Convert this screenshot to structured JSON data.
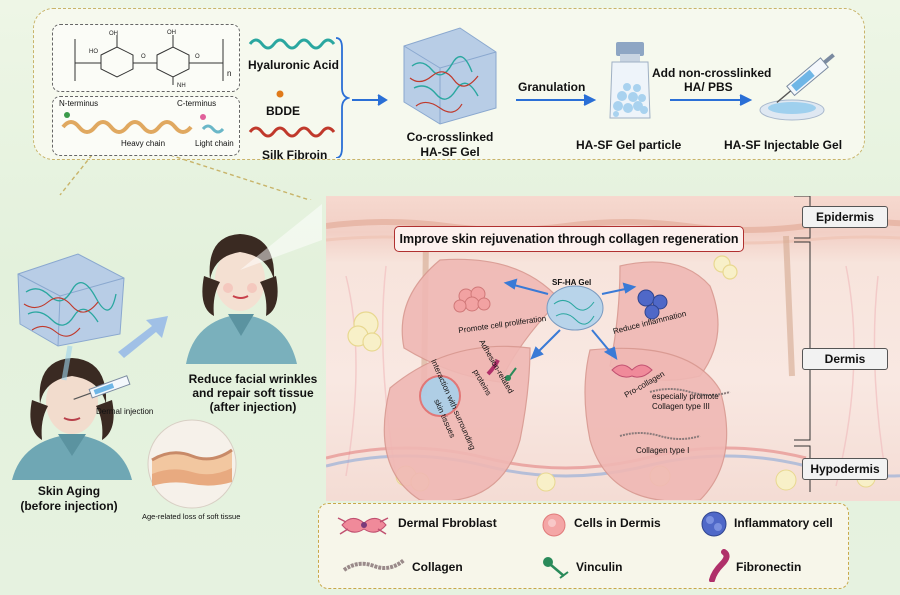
{
  "top": {
    "hyaluronic_acid": "Hyaluronic Acid",
    "bdde": "BDDE",
    "silk_fibroin": "Silk Fibroin",
    "n_terminus": "N-terminus",
    "c_terminus": "C-terminus",
    "heavy_chain": "Heavy chain",
    "light_chain": "Light chain",
    "mol_n": "n",
    "co_crosslinked": [
      "Co-crosslinked",
      "HA-SF Gel"
    ],
    "granulation": "Granulation",
    "gel_particle": "HA-SF Gel particle",
    "add_label": [
      "Add  non-crosslinked",
      "HA/ PBS"
    ],
    "injectable_gel": "HA-SF Injectable Gel"
  },
  "left": {
    "dermal_injection": "Dermal injection",
    "skin_aging": [
      "Skin Aging",
      "(before injection)"
    ],
    "reduce_wrinkles": [
      "Reduce facial wrinkles",
      "and repair soft tissue",
      "(after injection)"
    ],
    "age_loss": "Age-related loss of soft tissue"
  },
  "skin": {
    "banner": "Improve skin rejuvenation through collagen regeneration",
    "gel_label": "SF-HA Gel",
    "promote_prolif": "Promote cell proliferation",
    "reduce_inflam": "Reduce inflammation",
    "adhesion": [
      "Adhesion-related",
      "proteins"
    ],
    "interaction": [
      "Interaction with surrounding",
      "skin tissues"
    ],
    "procollagen": "Pro-collagen",
    "especially": [
      "especially promote",
      "Collagen type III"
    ],
    "collagen_i": "Collagen type I"
  },
  "layers": {
    "epidermis": "Epidermis",
    "dermis": "Dermis",
    "hypodermis": "Hypodermis"
  },
  "legend": {
    "items": [
      {
        "label": "Dermal Fbroblast",
        "icon": "fibroblast-icon"
      },
      {
        "label": "Cells in Dermis",
        "icon": "dermis-cell-icon"
      },
      {
        "label": "Inflammatory cell",
        "icon": "inflammatory-cell-icon"
      },
      {
        "label": "Collagen",
        "icon": "collagen-icon"
      },
      {
        "label": "Vinculin",
        "icon": "vinculin-icon"
      },
      {
        "label": "Fibronectin",
        "icon": "fibronectin-icon"
      }
    ]
  },
  "colors": {
    "ha_strand": "#2aa7a0",
    "sf_strand": "#c0392b",
    "arrow_blue": "#2a6fd6",
    "cell_pink": "#f4a6a6",
    "inflammatory_blue": "#4f68c8",
    "fibronectin": "#b0306a",
    "vinculin": "#2a8a5a"
  }
}
